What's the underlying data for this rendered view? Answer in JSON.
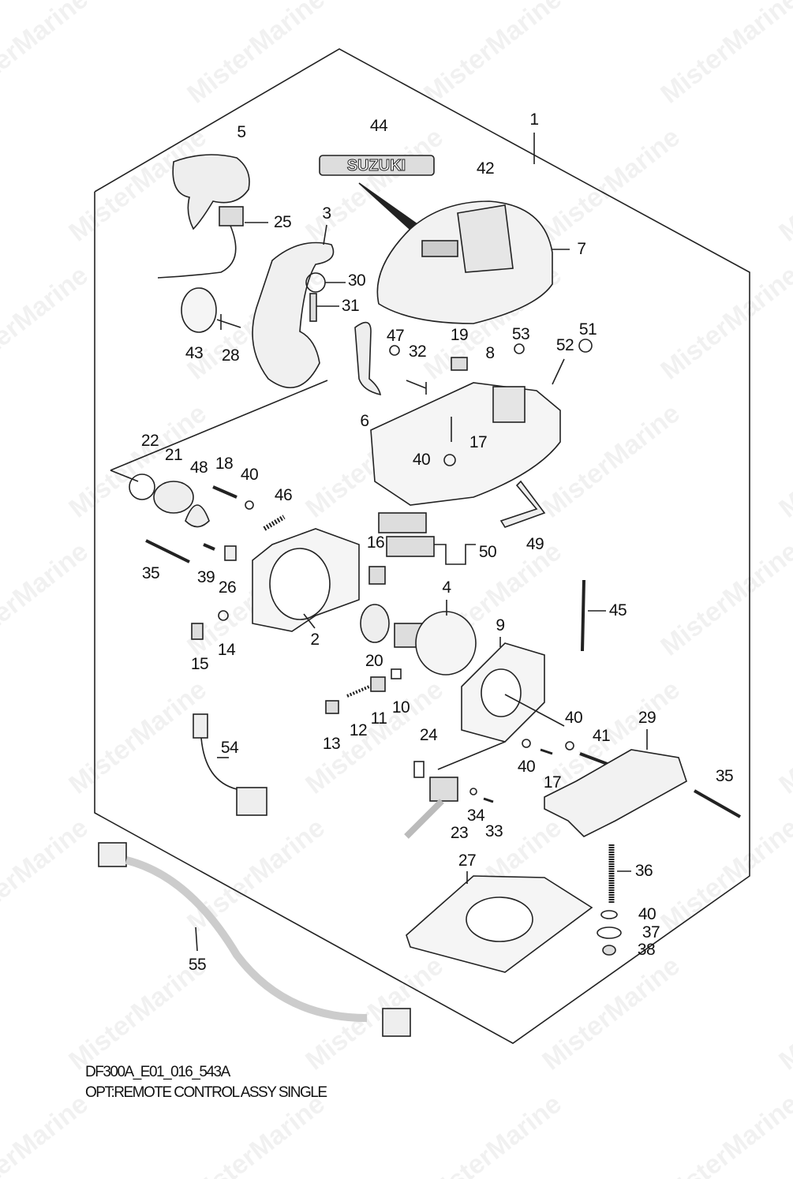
{
  "diagram": {
    "brand_badge": "SUZUKI",
    "part_labels": [
      "44",
      "1",
      "5",
      "42",
      "3",
      "25",
      "7",
      "30",
      "31",
      "43",
      "28",
      "47",
      "32",
      "19",
      "53",
      "51",
      "52",
      "8",
      "6",
      "17",
      "40",
      "22",
      "21",
      "48",
      "18",
      "40",
      "46",
      "50",
      "49",
      "16",
      "35",
      "39",
      "26",
      "4",
      "45",
      "2",
      "15",
      "14",
      "20",
      "9",
      "10",
      "11",
      "12",
      "13",
      "40",
      "29",
      "41",
      "24",
      "54",
      "40",
      "17",
      "35",
      "34",
      "33",
      "23",
      "27",
      "36",
      "40",
      "37",
      "38",
      "55"
    ],
    "watermark": "MisterMarine"
  },
  "caption": {
    "code": "DF300A_E01_016_543A",
    "title": "OPT:REMOTE CONTROL ASSY SINGLE"
  }
}
